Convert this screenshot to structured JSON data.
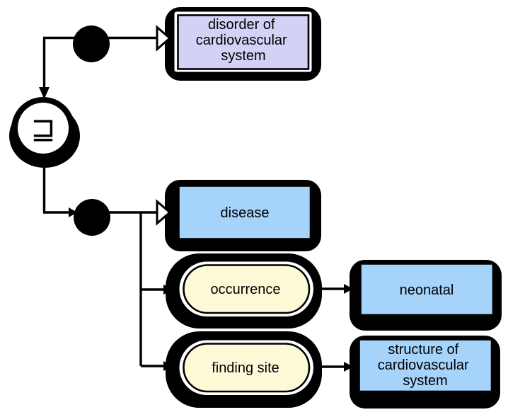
{
  "operator": {
    "symbol": "⊒",
    "name": "subsumed-by-operator"
  },
  "nodes": {
    "disorder": {
      "lines": [
        "disorder of",
        "cardiovascular",
        "system"
      ],
      "fill": "#D2D2F7"
    },
    "disease": {
      "label": "disease",
      "fill": "#A6D3FA"
    },
    "occurrence": {
      "label": "occurrence",
      "fill": "#FDFBD7"
    },
    "neonatal": {
      "label": "neonatal",
      "fill": "#A6D3FA"
    },
    "finding_site": {
      "label": "finding site",
      "fill": "#FDFBD7"
    },
    "structure": {
      "lines": [
        "structure of",
        "cardiovascular",
        "system"
      ],
      "fill": "#A6D3FA"
    }
  },
  "colors": {
    "background": "#FFFFFF",
    "line": "#000000",
    "node_shadow": "#000000",
    "text": "#000000"
  }
}
